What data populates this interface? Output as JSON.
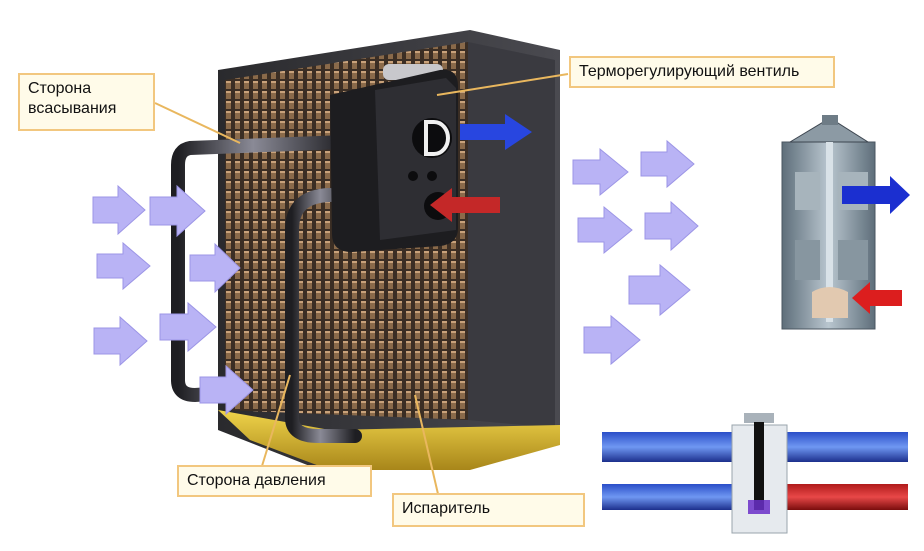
{
  "labels": {
    "suction_side": "Сторона\nвсасывания",
    "expansion_valve": "Терморегулирующий вентиль",
    "pressure_side": "Сторона давления",
    "evaporator": "Испаритель"
  },
  "colors": {
    "evaporator_body": "#2b2b2e",
    "fins": "#8a6a4a",
    "gold_base": "#d4b42a",
    "airflow_arrow": "#b8b4f4",
    "cold_arrow": "#1f3ed6",
    "hot_arrow": "#d92020",
    "label_border": "#f2c77f",
    "label_bg": "#fffbe9"
  },
  "icons": {
    "airflow": "airflow-arrow-icon",
    "cold_flow": "blue-arrow-icon",
    "hot_flow": "red-arrow-icon"
  }
}
